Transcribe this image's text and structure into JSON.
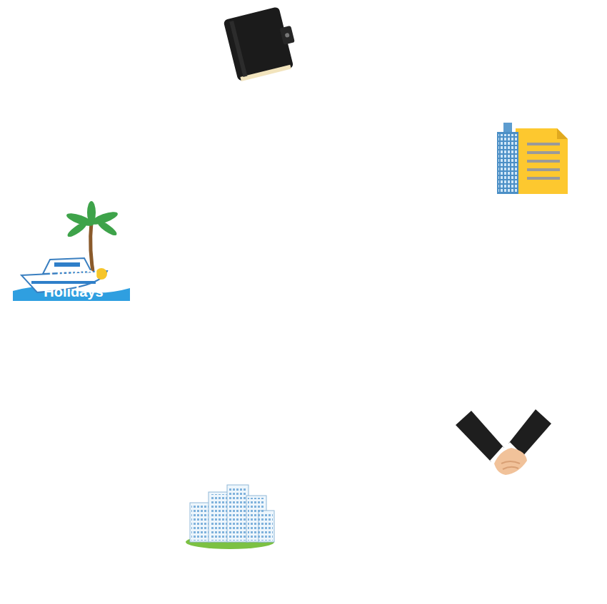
{
  "diagram": {
    "nodes": [
      {
        "text": [
          "Company Document"
        ]
      },
      {
        "text": [
          "Company Data"
        ]
      },
      {
        "text": [
          "Official Holidays"
        ]
      },
      {
        "text": [
          "Partners"
        ]
      },
      {
        "text": [
          "Branches"
        ]
      }
    ]
  }
}
